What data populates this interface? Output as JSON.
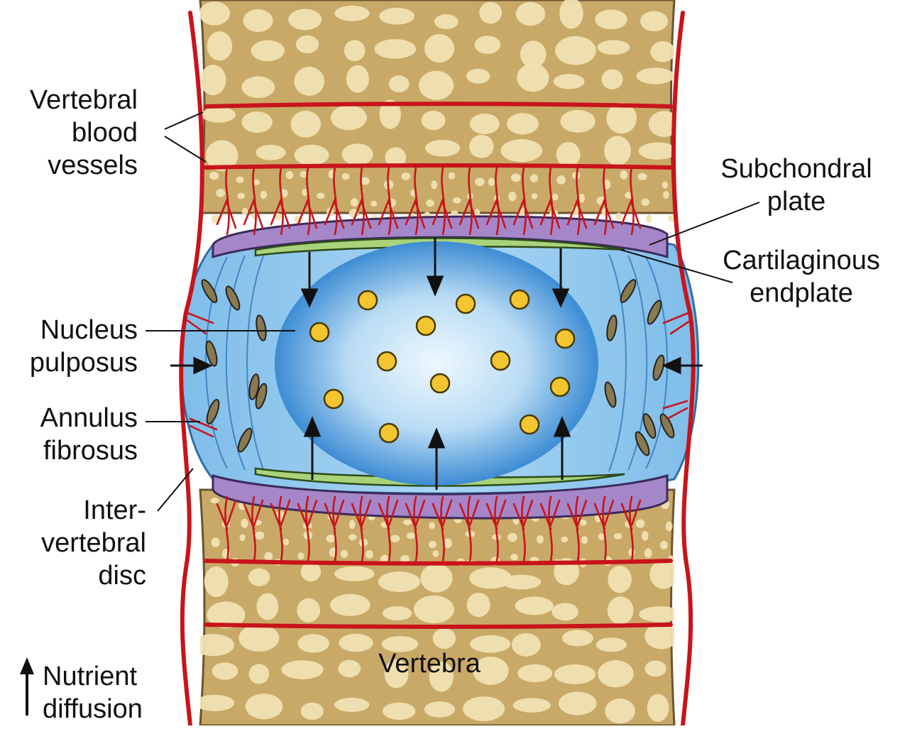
{
  "labels": {
    "vertebral_blood_vessels": [
      "Vertebral",
      "blood",
      "vessels"
    ],
    "nucleus_pulposus": [
      "Nucleus",
      "pulposus"
    ],
    "annulus_fibrosus": [
      "Annulus",
      "fibrosus"
    ],
    "intervertebral_disc": [
      "Inter-",
      "vertebral",
      "disc"
    ],
    "subchondral_plate": [
      "Subchondral",
      "plate"
    ],
    "cartilaginous_endplate": [
      "Cartilaginous",
      "endplate"
    ],
    "vertebra": "Vertebra",
    "legend_nutrient_diffusion": [
      "Nutrient",
      "diffusion"
    ]
  },
  "colors": {
    "bone": "#c9a968",
    "bone_pore": "#f1e2b2",
    "vessel": "#c8141a",
    "annulus": "#8dc6ec",
    "nucleus_center": "#eaf6fd",
    "nucleus_edge": "#3f8fd6",
    "subchondral": "#a586c9",
    "cartilage": "#a8d37a",
    "cell": "#f3c530",
    "outline": "#1a1a1a"
  }
}
